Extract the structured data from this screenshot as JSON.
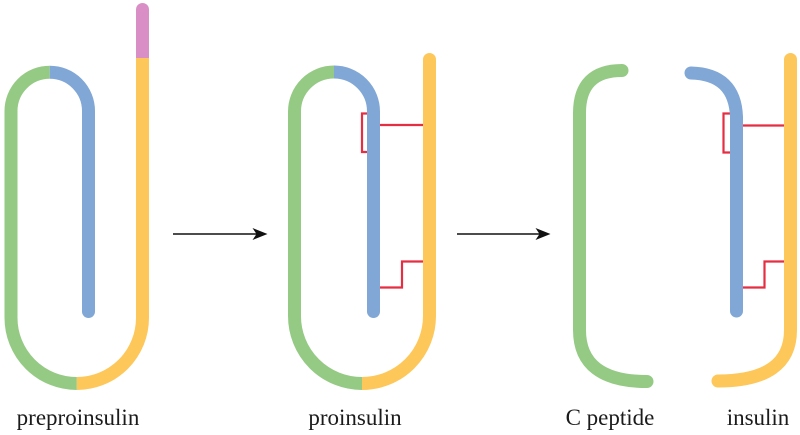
{
  "diagram": {
    "stages": [
      {
        "id": "preproinsulin",
        "label": "preproinsulin"
      },
      {
        "id": "proinsulin",
        "label": "proinsulin"
      },
      {
        "id": "c_peptide",
        "label": "C peptide"
      },
      {
        "id": "insulin",
        "label": "insulin"
      }
    ],
    "colors": {
      "signal_peptide": "#D98FC6",
      "b_chain": "#FDC75A",
      "c_peptide": "#95CA85",
      "a_chain": "#80A7D5",
      "disulfide_bond": "#E62E43",
      "arrow": "#111111",
      "label_text": "#1B1B1B"
    }
  }
}
